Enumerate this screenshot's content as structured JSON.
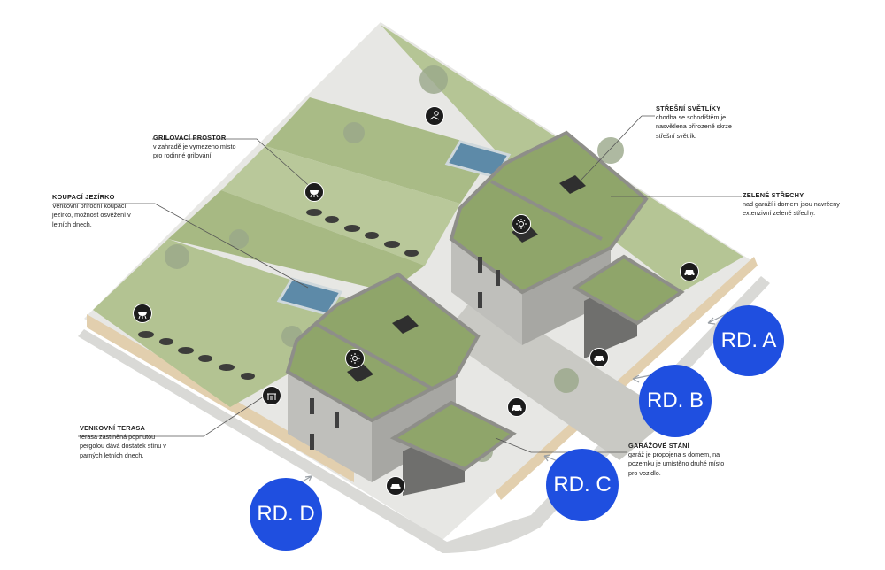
{
  "colors": {
    "badge": "#1f4fe0",
    "roof": "#8fa56a",
    "lawn": "#b5c595",
    "facade": "#b8b8b4",
    "fence": "#e2cfae",
    "icon": "#1c1c1c"
  },
  "callouts": {
    "stresni_svetliky": {
      "title": "STŘEŠNÍ SVĚTLÍKY",
      "lines": [
        "chodba se schodištěm je",
        "nasvětlena přirozeně skrze",
        "střešní světlík."
      ]
    },
    "grilovaci_prostor": {
      "title": "GRILOVACÍ PROSTOR",
      "lines": [
        "v zahradě je vymezeno místo",
        "pro rodinné grilování"
      ]
    },
    "zelene_strechy": {
      "title": "ZELENÉ STŘECHY",
      "lines": [
        "nad garáží i domem jsou navrženy",
        "extenzivní zelené střechy."
      ]
    },
    "koupaci_jezirko": {
      "title": "KOUPACÍ JEZÍRKO",
      "lines": [
        "Venkovní přírodní koupací",
        "jezírko, možnost osvěžení v",
        "letních dnech."
      ]
    },
    "venkovni_terasa": {
      "title": "VENKOVNÍ TERASA",
      "lines": [
        "terasa zastíněná popnutou",
        "pergolou dává dostatek stínu v",
        "parných letních dnech."
      ]
    },
    "garazove_stani": {
      "title": "GARÁŽOVÉ STÁNÍ",
      "lines": [
        "garáž je propojena s domem, na",
        "pozemku je umístěno druhé místo",
        "pro vozidlo."
      ]
    }
  },
  "badges": {
    "a": "RD. A",
    "b": "RD. B",
    "c": "RD. C",
    "d": "RD. D"
  },
  "icons": [
    "sun-lounger-icon",
    "grill-icon",
    "skylight-sun-icon",
    "car-icon",
    "pergola-table-icon"
  ]
}
